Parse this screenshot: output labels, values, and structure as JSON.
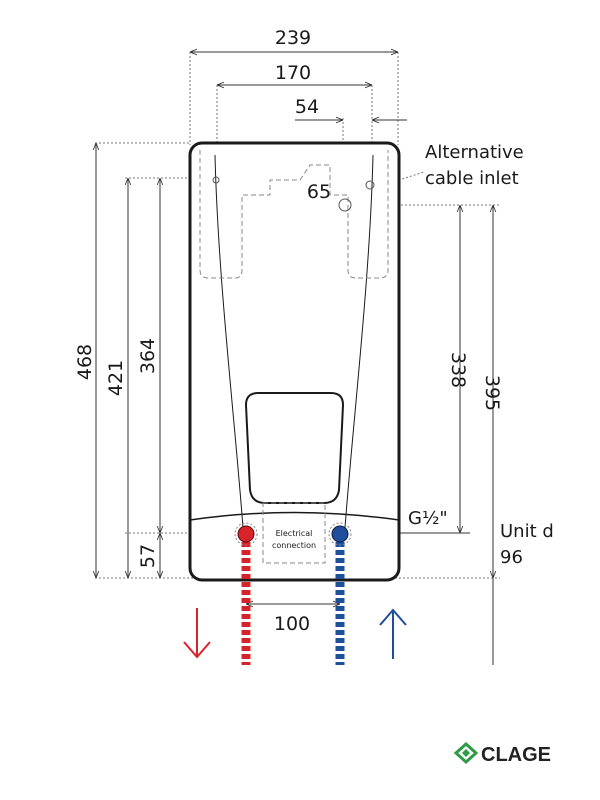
{
  "dimensions": {
    "width_239": "239",
    "width_170": "170",
    "width_54": "54",
    "width_65": "65",
    "height_468": "468",
    "height_421": "421",
    "height_364": "364",
    "height_57": "57",
    "height_338": "338",
    "height_395": "395",
    "spacing_100": "100"
  },
  "labels": {
    "alternative_cable_inlet_line1": "Alternative",
    "alternative_cable_inlet_line2": "cable inlet",
    "thread": "G½\"",
    "unit_line1": "Unit d",
    "unit_line2": "96",
    "electrical_line1": "Electrical",
    "electrical_line2": "connection"
  },
  "brand": {
    "name": "CLAGE"
  },
  "colors": {
    "hot": "#d8232a",
    "cold": "#1f4e9c",
    "logo_green": "#2e9b47",
    "outline": "#1a1a1a"
  }
}
